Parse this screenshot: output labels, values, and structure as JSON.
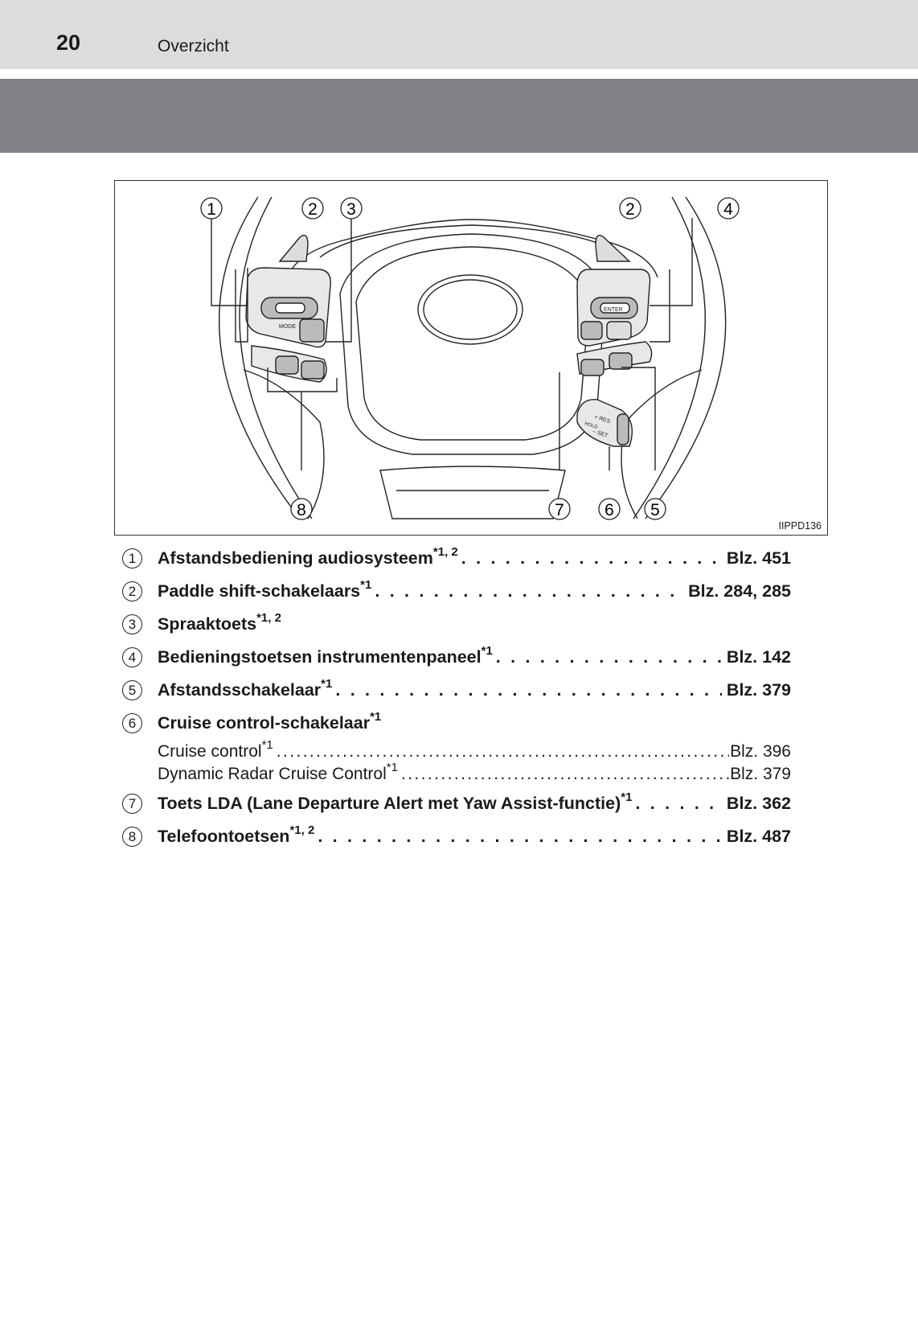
{
  "header": {
    "page_number": "20",
    "section_title": "Overzicht"
  },
  "figure": {
    "code": "IIPPD136",
    "callouts": [
      "1",
      "2",
      "3",
      "2",
      "4",
      "8",
      "7",
      "6",
      "5"
    ],
    "button_labels": {
      "mode": "MODE",
      "enter": "ENTER",
      "res": "+ RES",
      "set": "– SET",
      "hold": "HOLD"
    }
  },
  "items": [
    {
      "num": "1",
      "label": "Afstandsbediening audiosysteem",
      "note": "*1, 2",
      "ref": "Blz. 451"
    },
    {
      "num": "2",
      "label": "Paddle shift-schakelaars",
      "note": "*1",
      "ref": "Blz. 284, 285"
    },
    {
      "num": "3",
      "label": "Spraaktoets",
      "note": "*1, 2",
      "ref": ""
    },
    {
      "num": "4",
      "label": "Bedieningstoetsen instrumentenpaneel",
      "note": "*1",
      "ref": "Blz. 142"
    },
    {
      "num": "5",
      "label": "Afstandsschakelaar",
      "note": "*1",
      "ref": "Blz. 379"
    },
    {
      "num": "6",
      "label": "Cruise control-schakelaar",
      "note": "*1",
      "ref": "",
      "sub": [
        {
          "label": "Cruise control",
          "note": "*1",
          "ref": "Blz. 396"
        },
        {
          "label": "Dynamic Radar Cruise Control",
          "note": "*1",
          "ref": "Blz. 379"
        }
      ]
    },
    {
      "num": "7",
      "label": "Toets LDA (Lane Departure Alert met Yaw Assist-functie)",
      "note": "*1",
      "ref": "Blz. 362"
    },
    {
      "num": "8",
      "label": "Telefoontoetsen",
      "note": "*1, 2",
      "ref": "Blz. 487"
    }
  ]
}
